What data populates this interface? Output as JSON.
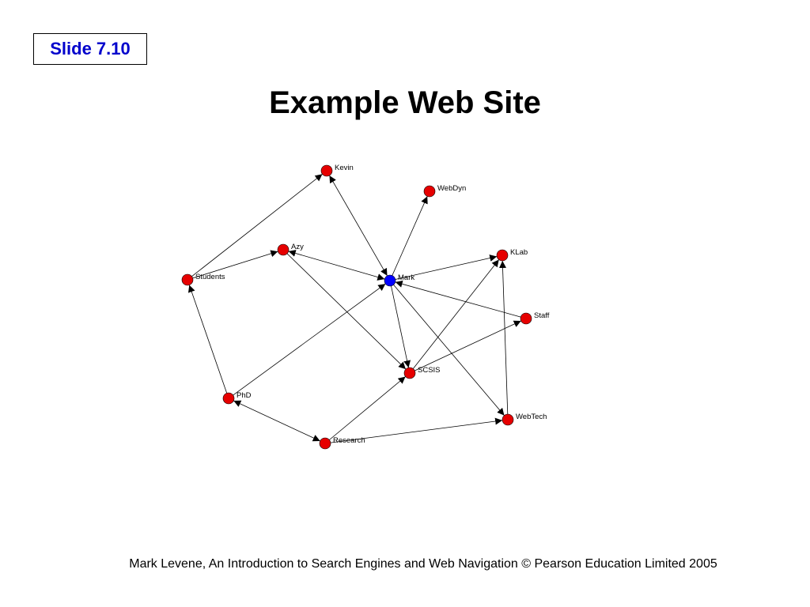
{
  "slide": {
    "badge": "Slide 7.10",
    "title": "Example Web Site",
    "footer": "Mark Levene, An Introduction to Search Engines and Web Navigation © Pearson Education Limited 2005"
  },
  "colors": {
    "node_default": "#e60000",
    "node_highlight": "#0000ff",
    "badge_text": "#0000cc",
    "edge": "#000000"
  },
  "graph": {
    "nodes": [
      {
        "id": "Kevin",
        "label": "Kevin",
        "highlight": false
      },
      {
        "id": "WebDyn",
        "label": "WebDyn",
        "highlight": false
      },
      {
        "id": "Azy",
        "label": "Azy",
        "highlight": false
      },
      {
        "id": "KLab",
        "label": "KLab",
        "highlight": false
      },
      {
        "id": "Students",
        "label": "Students",
        "highlight": false
      },
      {
        "id": "Mark",
        "label": "Mark",
        "highlight": true
      },
      {
        "id": "Staff",
        "label": "Staff",
        "highlight": false
      },
      {
        "id": "SCSIS",
        "label": "SCSIS",
        "highlight": false
      },
      {
        "id": "PhD",
        "label": "PhD",
        "highlight": false
      },
      {
        "id": "WebTech",
        "label": "WebTech",
        "highlight": false
      },
      {
        "id": "Research",
        "label": "Research",
        "highlight": false
      }
    ],
    "edges": [
      {
        "from": "Students",
        "to": "Kevin",
        "bidirectional": false
      },
      {
        "from": "Students",
        "to": "Azy",
        "bidirectional": false
      },
      {
        "from": "Azy",
        "to": "Mark",
        "bidirectional": true
      },
      {
        "from": "Kevin",
        "to": "Mark",
        "bidirectional": true
      },
      {
        "from": "Mark",
        "to": "WebDyn",
        "bidirectional": false
      },
      {
        "from": "Mark",
        "to": "KLab",
        "bidirectional": false
      },
      {
        "from": "Staff",
        "to": "Mark",
        "bidirectional": false
      },
      {
        "from": "Mark",
        "to": "SCSIS",
        "bidirectional": false
      },
      {
        "from": "Mark",
        "to": "WebTech",
        "bidirectional": false
      },
      {
        "from": "Azy",
        "to": "SCSIS",
        "bidirectional": false
      },
      {
        "from": "SCSIS",
        "to": "KLab",
        "bidirectional": false
      },
      {
        "from": "SCSIS",
        "to": "Staff",
        "bidirectional": false
      },
      {
        "from": "PhD",
        "to": "Students",
        "bidirectional": false
      },
      {
        "from": "PhD",
        "to": "Mark",
        "bidirectional": false
      },
      {
        "from": "PhD",
        "to": "Research",
        "bidirectional": true
      },
      {
        "from": "Research",
        "to": "SCSIS",
        "bidirectional": false
      },
      {
        "from": "Research",
        "to": "WebTech",
        "bidirectional": false
      },
      {
        "from": "WebTech",
        "to": "KLab",
        "bidirectional": false
      }
    ]
  }
}
